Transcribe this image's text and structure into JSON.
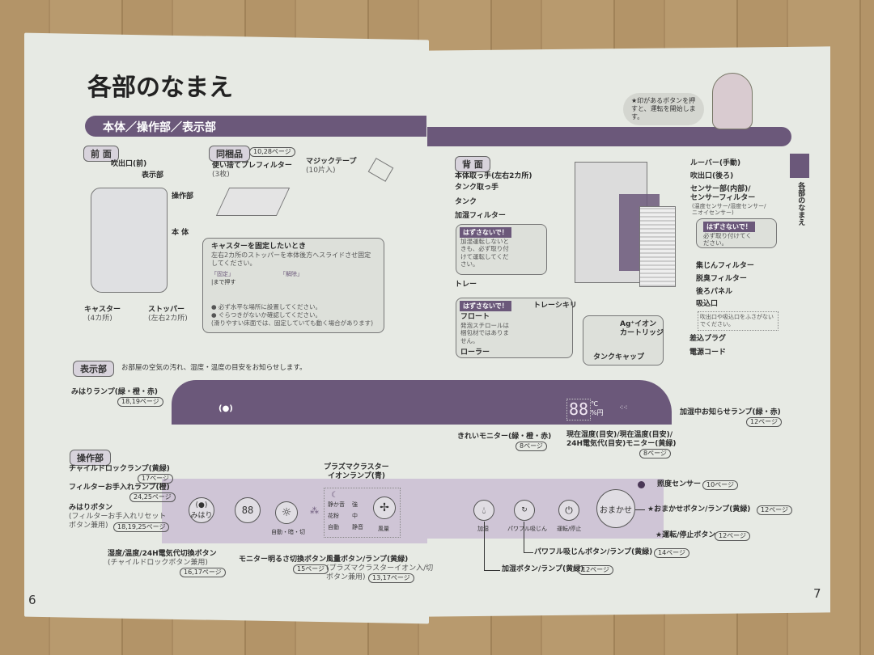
{
  "title": "各部のなまえ",
  "band": "本体／操作部／表示部",
  "side_tab": "各部のなまえ",
  "speech": "★印があるボタンを押すと、運転を開始します。",
  "front": {
    "header": "前 面",
    "labels": [
      "吹出口(前)",
      "表示部",
      "操作部",
      "本 体"
    ],
    "caster": "キャスター",
    "caster_sub": "(4カ所)",
    "stopper": "ストッパー",
    "stopper_sub": "(左右2カ所)"
  },
  "bundle": {
    "header": "同梱品",
    "ref": "10,28ページ",
    "prefilter": "使い捨てプレフィルター",
    "prefilter_sub": "(3枚)",
    "tape": "マジックテープ",
    "tape_sub": "(10片入)"
  },
  "caster_box": {
    "title": "キャスターを固定したいとき",
    "body": "左右2カ所のストッパーを本体後方へスライドさせ固定してください。",
    "fix": "「固定」",
    "push": "|まで押す",
    "release": "「解除」",
    "notes": [
      "● 必ず水平な場所に設置してください。",
      "● ぐらつきがないか確認してください。",
      "(滑りやすい床面では、固定していても動く場合があります)"
    ]
  },
  "back": {
    "header": "背 面",
    "left_labels": [
      "本体取っ手(左右2カ所)",
      "タンク取っ手",
      "タンク",
      "加湿フィルター",
      "トレー"
    ],
    "right_labels": [
      "ルーバー(手動)",
      "吹出口(後ろ)",
      "センサー部(内部)/",
      "センサーフィルター",
      "(温度センサー/湿度センサー/",
      "ニオイセンサー)",
      "集じんフィルター",
      "脱臭フィルター",
      "後ろパネル",
      "吸込口",
      "差込プラグ",
      "電源コード"
    ],
    "warn_label": "はずさないで！",
    "warn1": "加湿運転しないときも、必ず取り付けて運転してください。",
    "warn2": "必ず取り付けてください。",
    "warn3_float": "フロート",
    "warn3_body": "発泡スチロールは梱包材ではありません。",
    "roller": "ローラー",
    "divider": "トレーシキリ",
    "ag1": "Ag⁺イオン",
    "ag2": "カートリッジ",
    "cap": "タンクキャップ",
    "intake_note": "吹出口や吸込口をふさがないでください。"
  },
  "display": {
    "header": "表示部",
    "desc": "お部屋の空気の汚れ、湿度・温度の目安をお知らせします。",
    "watch_lamp": "みはりランプ(緑・橙・赤)",
    "watch_ref": "18,19ページ",
    "digits": "88",
    "unit1": "℃",
    "unit2": "%円",
    "clean": "きれいモニター(緑・橙・赤)",
    "clean_ref": "8ページ",
    "monitor1": "現在湿度(目安)/現在温度(目安)/",
    "monitor2": "24H電気代(目安)モニター(黄緑)",
    "monitor_ref": "8ページ",
    "humid_lamp": "加湿中お知らせランプ(緑・赤)",
    "humid_ref": "12ページ"
  },
  "ops": {
    "header": "操作部",
    "child_lamp": "チャイルドロックランプ(黄緑)",
    "child_ref": "17ページ",
    "filter_lamp": "フィルターお手入れランプ(橙)",
    "filter_ref": "24,25ページ",
    "watch_btn": "みはりボタン",
    "watch_sub1": "(フィルターお手入れリセット",
    "watch_sub2": "ボタン兼用)",
    "watch_ref": "18,19,25ページ",
    "switch_btn": "湿度/温度/24H電気代切換ボタン",
    "switch_sub": "(チャイルドロックボタン兼用)",
    "switch_ref": "16,17ページ",
    "bright_btn": "モニター明るさ切換ボタン",
    "bright_ref": "15ページ",
    "plasma1": "プラズマクラスター",
    "plasma2": "イオンランプ(青)",
    "fan_btn": "風量ボタン/ランプ(黄緑)",
    "fan_sub1": "(プラズマクラスターイオン入/切",
    "fan_sub2": "ボタン兼用)",
    "fan_ref": "13,17ページ",
    "panel_watch": "みはり",
    "panel_digits": "88",
    "panel_bright": "自動・暗・切",
    "panel_fan": "風量",
    "fan_modes": [
      "静か音",
      "強",
      "花粉",
      "中",
      "自動",
      "静音"
    ],
    "light_sensor": "照度センサー",
    "light_ref": "10ページ",
    "omakase": "★おまかせボタン/ランプ(黄緑)",
    "omakase_ref": "12ページ",
    "power": "★運転/停止ボタン",
    "power_ref": "12ページ",
    "powerful": "パワフル吸じんボタン/ランプ(黄緑)",
    "powerful_ref": "14ページ",
    "humid_btn": "加湿ボタン/ランプ(黄緑)",
    "humid_ref": "12ページ",
    "panel_humid": "加湿",
    "panel_powerful": "パワフル吸じん",
    "panel_power": "運転/停止",
    "panel_omakase": "おまかせ"
  },
  "page_left": "6",
  "page_right": "7",
  "colors": {
    "accent": "#6b587a",
    "paper": "#e7eae4"
  }
}
